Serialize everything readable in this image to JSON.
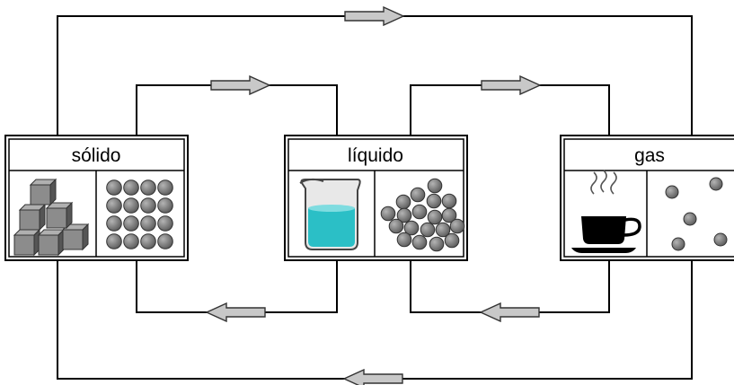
{
  "states": {
    "solid": {
      "label": "sólido"
    },
    "liquid": {
      "label": "líquido"
    },
    "gas": {
      "label": "gas"
    }
  },
  "transitions": [
    {
      "from": "solid",
      "to": "gas",
      "direction": "right"
    },
    {
      "from": "solid",
      "to": "liquid",
      "direction": "right"
    },
    {
      "from": "liquid",
      "to": "gas",
      "direction": "right"
    },
    {
      "from": "liquid",
      "to": "solid",
      "direction": "left"
    },
    {
      "from": "gas",
      "to": "liquid",
      "direction": "left"
    },
    {
      "from": "gas",
      "to": "solid",
      "direction": "left"
    }
  ],
  "colors": {
    "line": "#000000",
    "arrow_fill": "#c8c8c8",
    "particle": "#6e6e6e",
    "cube": "#8c8c8c",
    "liquid": "#2bbfc6",
    "cup": "#000000"
  },
  "icons": {
    "solid_picture": "ice-cubes-icon",
    "liquid_picture": "beaker-icon",
    "gas_picture": "steaming-cup-icon"
  }
}
